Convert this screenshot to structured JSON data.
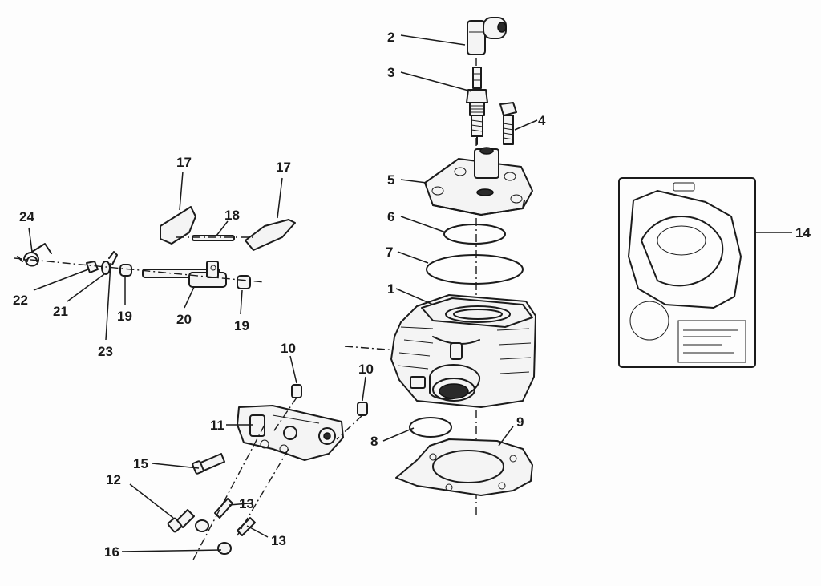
{
  "callouts": {
    "c1": "1",
    "c2": "2",
    "c3": "3",
    "c4": "4",
    "c5": "5",
    "c6": "6",
    "c7": "7",
    "c8": "8",
    "c9": "9",
    "c10a": "10",
    "c10b": "10",
    "c11": "11",
    "c12": "12",
    "c13a": "13",
    "c13b": "13",
    "c14": "14",
    "c15": "15",
    "c16": "16",
    "c17a": "17",
    "c17b": "17",
    "c18": "18",
    "c19a": "19",
    "c19b": "19",
    "c20": "20",
    "c21": "21",
    "c22": "22",
    "c23": "23",
    "c24": "24"
  },
  "colors": {
    "ink": "#1b1b1b",
    "paper": "#fdfdfd"
  }
}
